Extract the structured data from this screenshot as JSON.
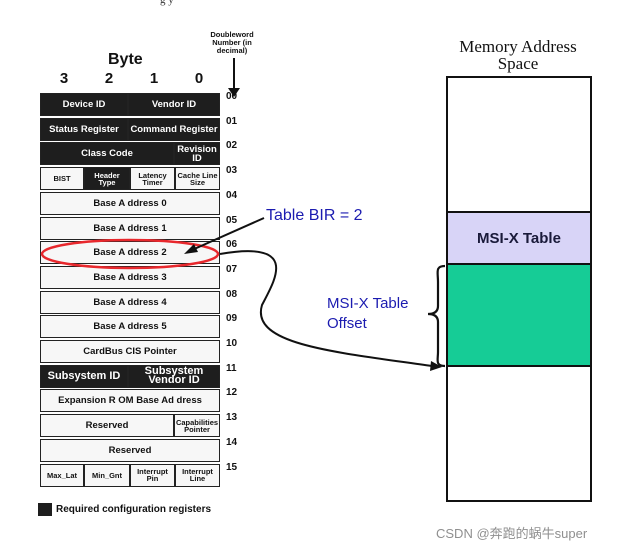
{
  "top_clip": "g                              y",
  "byte_header": {
    "title": "Byte",
    "numbers": [
      "3",
      "2",
      "1",
      "0"
    ]
  },
  "dword_label": "Doubleword Number (in decimal)",
  "registers": [
    {
      "dw": "00",
      "cells": [
        {
          "text": "Device ID",
          "req": true
        },
        {
          "text": "Vendor ID",
          "req": true
        }
      ]
    },
    {
      "dw": "01",
      "cells": [
        {
          "text": "Status Register",
          "req": true
        },
        {
          "text": "Command Register",
          "req": true
        }
      ]
    },
    {
      "dw": "02",
      "cells": [
        {
          "text": "Class Code",
          "req": true
        },
        {
          "text": "Revision ID",
          "req": true
        }
      ]
    },
    {
      "dw": "03",
      "cells": [
        {
          "text": "BIST",
          "req": false
        },
        {
          "text": "Header Type",
          "req": true
        },
        {
          "text": "Latency Timer",
          "req": false
        },
        {
          "text": "Cache Line Size",
          "req": false
        }
      ]
    },
    {
      "dw": "04",
      "cells": [
        {
          "text": "Base A ddress 0",
          "req": false
        }
      ]
    },
    {
      "dw": "05",
      "cells": [
        {
          "text": "Base A ddress 1",
          "req": false
        }
      ]
    },
    {
      "dw": "06",
      "cells": [
        {
          "text": "Base A ddress 2",
          "req": false
        }
      ]
    },
    {
      "dw": "07",
      "cells": [
        {
          "text": "Base A ddress 3",
          "req": false
        }
      ]
    },
    {
      "dw": "08",
      "cells": [
        {
          "text": "Base A ddress 4",
          "req": false
        }
      ]
    },
    {
      "dw": "09",
      "cells": [
        {
          "text": "Base A ddress 5",
          "req": false
        }
      ]
    },
    {
      "dw": "10",
      "cells": [
        {
          "text": "CardBus CIS Pointer",
          "req": false
        }
      ]
    },
    {
      "dw": "11",
      "cells": [
        {
          "text": "Subsystem ID",
          "req": true
        },
        {
          "text": "Subsystem Vendor ID",
          "req": true
        }
      ]
    },
    {
      "dw": "12",
      "cells": [
        {
          "text": "Expansion R OM Base Ad dress",
          "req": false
        }
      ]
    },
    {
      "dw": "13",
      "cells": [
        {
          "text": "Reserved",
          "req": false
        },
        {
          "text": "Capabilities Pointer",
          "req": false
        }
      ]
    },
    {
      "dw": "14",
      "cells": [
        {
          "text": "Reserved",
          "req": false
        }
      ]
    },
    {
      "dw": "15",
      "cells": [
        {
          "text": "Max_Lat",
          "req": false
        },
        {
          "text": "Min_Gnt",
          "req": false
        },
        {
          "text": "Interrupt Pin",
          "req": false
        },
        {
          "text": "Interrupt Line",
          "req": false
        }
      ]
    }
  ],
  "legend": {
    "text": "Required configuration registers"
  },
  "memory": {
    "title": "Memory Address Space",
    "msix_table_label": "MSI-X Table"
  },
  "annotations": {
    "table_bir": "Table BIR = 2",
    "offset_line1": "MSI-X Table",
    "offset_line2": "Offset"
  },
  "colors": {
    "required": "#1e1e1e",
    "msix_table": "#d8d4f7",
    "msix_offset_region": "#16cc96",
    "annotation_text": "#1b1bb0",
    "highlight_ellipse": "#e8282d"
  },
  "watermark": "CSDN @奔跑的蜗牛super"
}
